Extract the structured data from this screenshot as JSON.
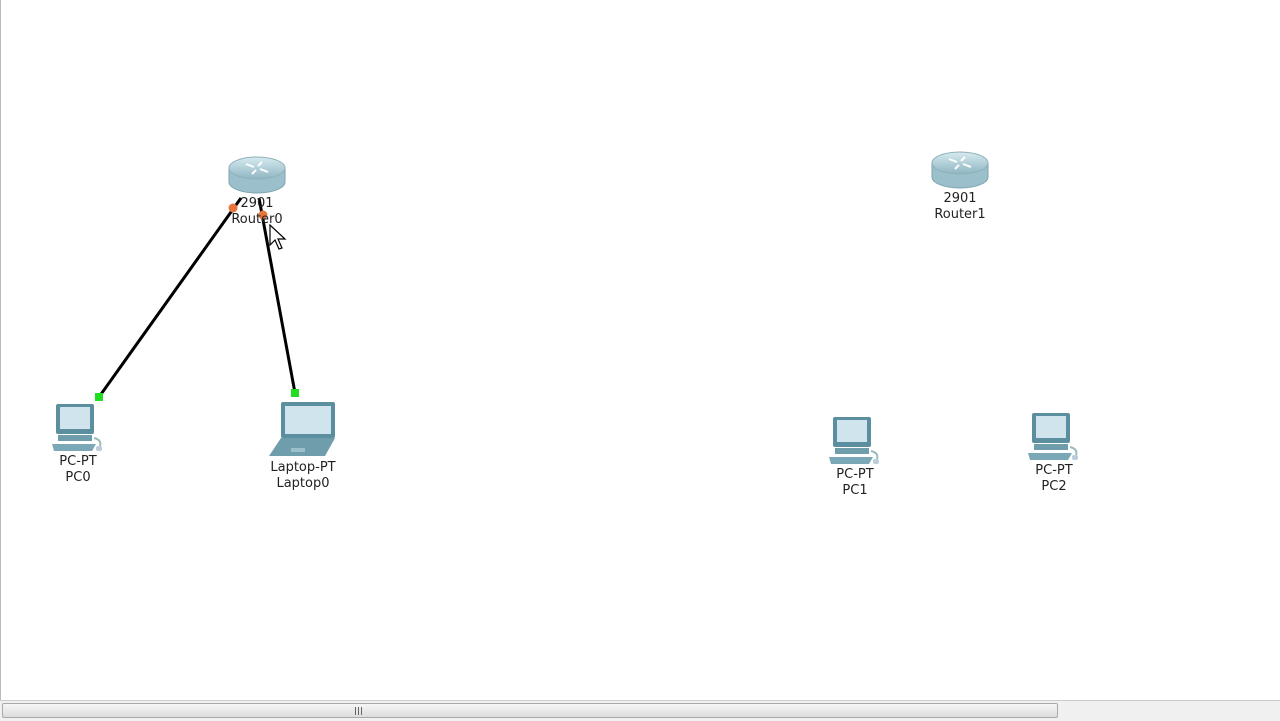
{
  "devices": [
    {
      "id": "router0",
      "type": "router",
      "model": "2901",
      "name": "Router0"
    },
    {
      "id": "router1",
      "type": "router",
      "model": "2901",
      "name": "Router1"
    },
    {
      "id": "pc0",
      "type": "pc",
      "model": "PC-PT",
      "name": "PC0"
    },
    {
      "id": "laptop0",
      "type": "laptop",
      "model": "Laptop-PT",
      "name": "Laptop0"
    },
    {
      "id": "pc1",
      "type": "pc",
      "model": "PC-PT",
      "name": "PC1"
    },
    {
      "id": "pc2",
      "type": "pc",
      "model": "PC-PT",
      "name": "PC2"
    }
  ],
  "links": [
    {
      "from": "PC0",
      "to": "Router0",
      "cable": "copper-straight",
      "status_device": "up",
      "status_router": "down"
    },
    {
      "from": "Laptop0",
      "to": "Router0",
      "cable": "copper-straight",
      "status_device": "up",
      "status_router": "down"
    }
  ],
  "colors": {
    "link": "#000000",
    "port_up": "#22dd22",
    "port_down": "#e8743b"
  }
}
